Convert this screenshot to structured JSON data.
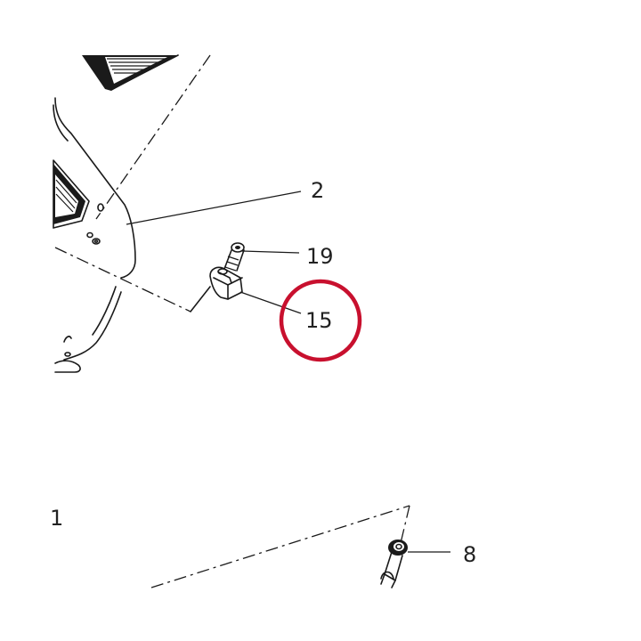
{
  "callouts": [
    {
      "id": "2",
      "label": "2"
    },
    {
      "id": "19",
      "label": "19"
    },
    {
      "id": "15",
      "label": "15"
    },
    {
      "id": "8",
      "label": "8"
    },
    {
      "id": "1",
      "label": "1"
    }
  ],
  "highlight": {
    "callout": "15",
    "color": "#c8102e"
  },
  "colors": {
    "line": "#1a1a1a",
    "text": "#222222",
    "background": "#ffffff"
  }
}
